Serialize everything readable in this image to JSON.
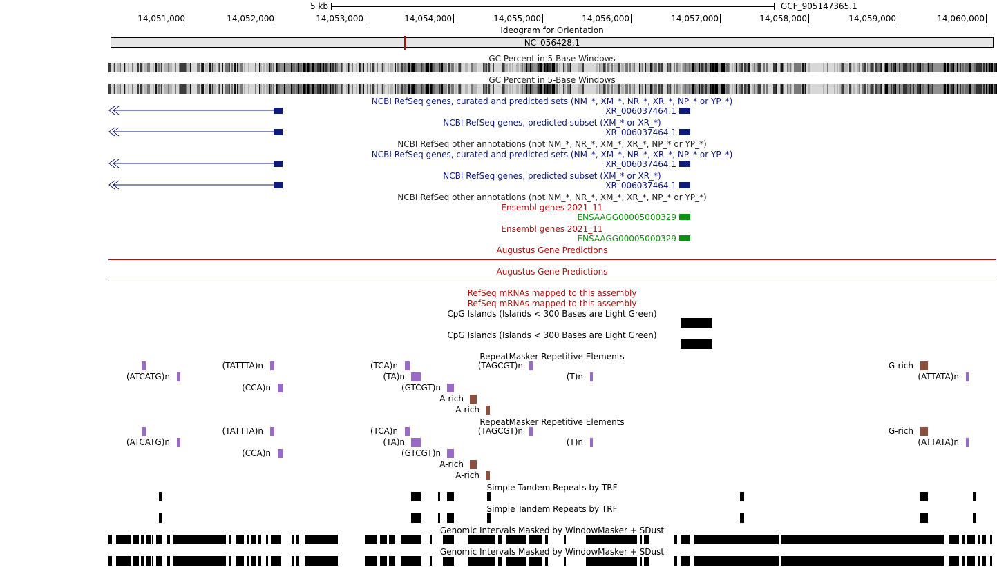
{
  "ruler": {
    "scale_label": "5 kb",
    "assembly": "GCF_905147365.1",
    "ticks": [
      "14,051,000",
      "14,052,000",
      "14,053,000",
      "14,054,000",
      "14,055,000",
      "14,056,000",
      "14,057,000",
      "14,058,000",
      "14,059,000",
      "14,060,000"
    ]
  },
  "ideogram": {
    "title": "Ideogram for Orientation",
    "chromosome": "NC_056428.1"
  },
  "tracks": {
    "gc_label": "GC Percent in 5-Base Windows",
    "refseq_curated": "NCBI RefSeq genes, curated and predicted sets (NM_*, XM_*, NR_*, XR_*, NP_* or YP_*)",
    "refseq_predicted": "NCBI RefSeq genes, predicted subset (XM_* or XR_*)",
    "refseq_other": "NCBI RefSeq other annotations (not NM_*, NR_*, XM_*, XR_*, NP_* or YP_*)",
    "transcript_id": "XR_006037464.1",
    "ensembl": "Ensembl genes 2021_11",
    "ensembl_gene": "ENSAAGG00005000329",
    "augustus": "Augustus Gene Predictions",
    "refseq_mrna": "RefSeq mRNAs mapped to this assembly",
    "cpg": "CpG Islands (Islands < 300 Bases are Light Green)",
    "repeatmasker": "RepeatMasker Repetitive Elements",
    "trf": "Simple Tandem Repeats by TRF",
    "windowmasker": "Genomic Intervals Masked by WindowMasker + SDust"
  },
  "repeats": {
    "atcatg": "(ATCATG)n",
    "tattta": "(TATTTA)n",
    "cca": "(CCA)n",
    "tca": "(TCA)n",
    "ta": "(TA)n",
    "gtcgt": "(GTCGT)n",
    "arich": "A-rich",
    "tagcgt": "(TAGCGT)n",
    "t": "(T)n",
    "grich": "G-rich",
    "attata": "(ATTATA)n"
  },
  "colors": {
    "refseq": "#0e1b79",
    "ensembl": "#109010",
    "augustus": "#b01010",
    "simple_repeat": "#9a6bc4",
    "low_complexity": "#8b5040"
  }
}
